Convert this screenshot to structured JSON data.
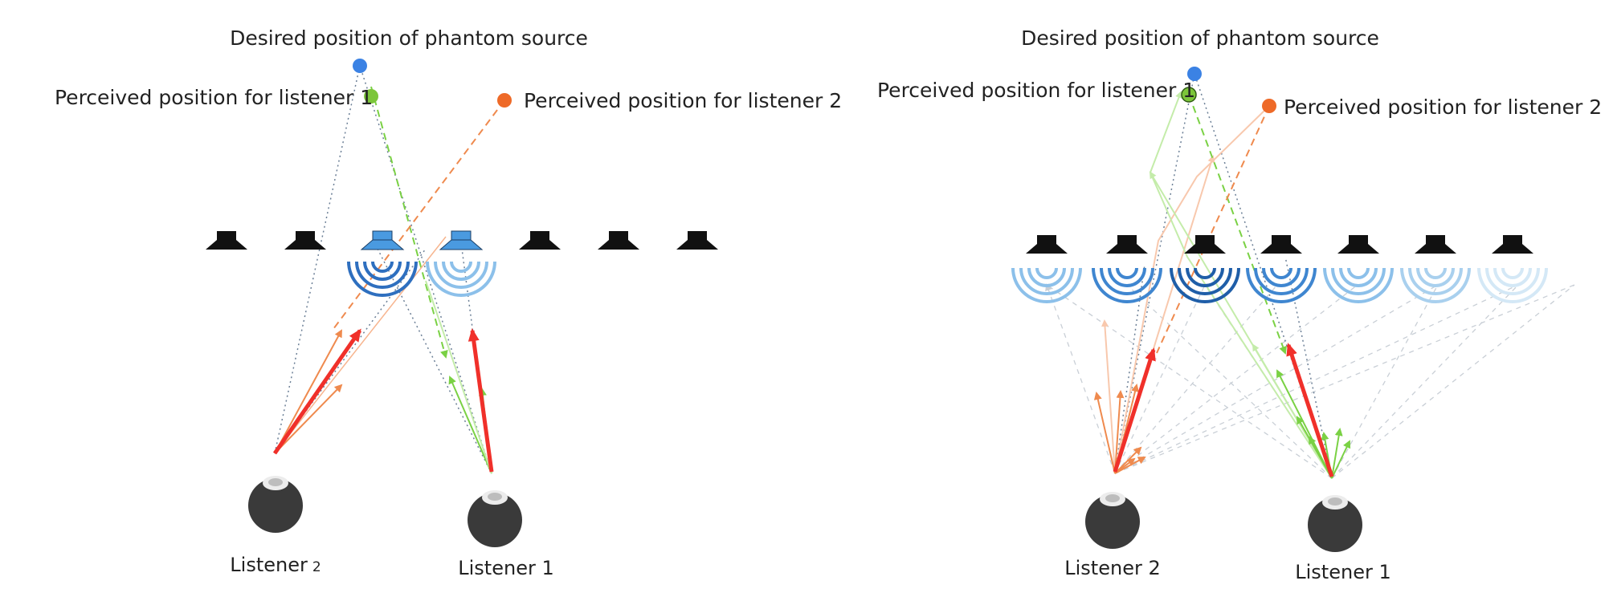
{
  "colors": {
    "desired_dot": "#3b82e4",
    "listener1_dot": "#7cc63a",
    "listener2_dot": "#ee6a28",
    "listener1_ray": "#7ad144",
    "listener2_ray": "#ef8a4e",
    "resultant_arrow": "#f0302a",
    "speaker_dark": "#111111",
    "speaker_active": "#4a9ae0",
    "wave_dark": "#1f5ea8",
    "wave_mid": "#3f86d0",
    "wave_light": "#8cc0ea",
    "wave_faint": "#d4e8f6",
    "head": "#3a3a3a",
    "guide_line": "#6b7f96"
  },
  "panels": [
    {
      "id": "left",
      "desired_label": "Desired position of phantom source",
      "perceived_1_label": "Perceived position for listener 1",
      "perceived_2_label": "Perceived position for listener 2",
      "listener_1_label": "Listener 1",
      "listener_2_label": "Listener",
      "listener_2_suffix": "2",
      "speaker_count": 7,
      "active_speakers": [
        "speaker-3",
        "speaker-4"
      ]
    },
    {
      "id": "right",
      "desired_label": "Desired position of phantom source",
      "perceived_1_label": "Perceived position for listener 1",
      "perceived_2_label": "Perceived position for listener 2",
      "listener_1_label": "Listener 1",
      "listener_2_label": "Listener 2",
      "speaker_count": 7,
      "active_speakers": [
        "speaker-1",
        "speaker-2",
        "speaker-3",
        "speaker-4",
        "speaker-5",
        "speaker-6",
        "speaker-7"
      ]
    }
  ]
}
